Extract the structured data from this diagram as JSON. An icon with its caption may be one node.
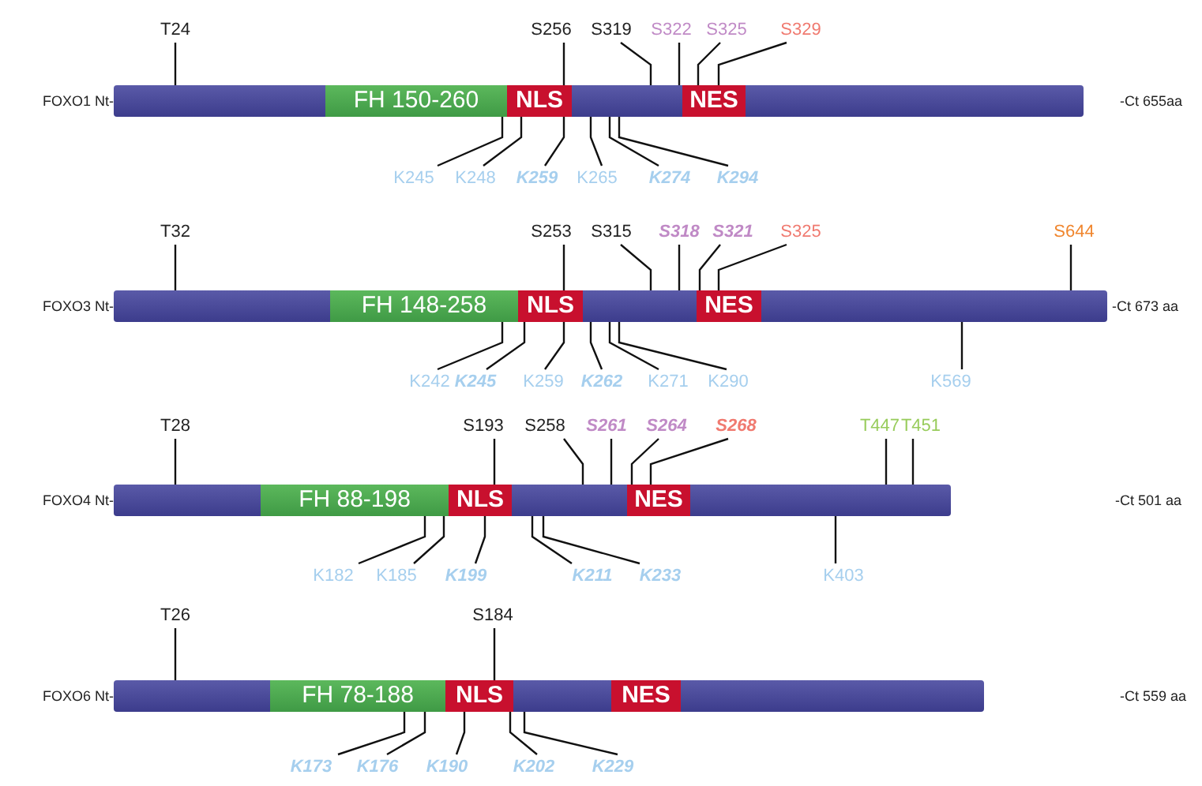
{
  "diagram": {
    "nodes": [
      {
        "text": [],
        "shape": "bar",
        "beside": [
          "FOXO1 Nt-"
        ]
      },
      {
        "text": [
          "FH 150-260"
        ],
        "in": 0
      },
      {
        "text": [
          "NLS"
        ],
        "in": 0
      },
      {
        "text": [
          "NES"
        ],
        "in": 0
      },
      {
        "text": [
          "T24"
        ]
      },
      {
        "text": [
          "S256"
        ]
      },
      {
        "text": [
          "S319"
        ]
      },
      {
        "text": [
          "S322"
        ]
      },
      {
        "text": [
          "S325"
        ]
      },
      {
        "text": [
          "S329"
        ]
      },
      {
        "text": [
          "K245"
        ]
      },
      {
        "text": [
          "K248"
        ]
      },
      {
        "text": [
          "K259"
        ]
      },
      {
        "text": [
          "K265"
        ]
      },
      {
        "text": [
          "K274"
        ]
      },
      {
        "text": [
          "K294"
        ]
      },
      {
        "text": [],
        "shape": "bar",
        "beside": [
          "FOXO3 Nt-"
        ]
      },
      {
        "text": [
          "FH 148-258"
        ],
        "in": 16
      },
      {
        "text": [
          "NLS"
        ],
        "in": 16
      },
      {
        "text": [
          "NES"
        ],
        "in": 16
      },
      {
        "text": [
          "T32"
        ]
      },
      {
        "text": [
          "S253"
        ]
      },
      {
        "text": [
          "S315"
        ]
      },
      {
        "text": [
          "S318"
        ]
      },
      {
        "text": [
          "S321"
        ]
      },
      {
        "text": [
          "S325"
        ]
      },
      {
        "text": [
          "S644"
        ]
      },
      {
        "text": [
          "K242"
        ]
      },
      {
        "text": [
          "K245"
        ]
      },
      {
        "text": [
          "K259"
        ]
      },
      {
        "text": [
          "K262"
        ]
      },
      {
        "text": [
          "K271"
        ]
      },
      {
        "text": [
          "K290"
        ]
      },
      {
        "text": [
          "K569"
        ]
      },
      {
        "text": [],
        "shape": "bar",
        "beside": [
          "FOXO4 Nt-"
        ]
      },
      {
        "text": [
          "FH 88-198"
        ],
        "in": 34
      },
      {
        "text": [
          "NLS"
        ],
        "in": 34
      },
      {
        "text": [
          "NES"
        ],
        "in": 34
      },
      {
        "text": [
          "T28"
        ]
      },
      {
        "text": [
          "S193"
        ]
      },
      {
        "text": [
          "S258"
        ]
      },
      {
        "text": [
          "S261"
        ]
      },
      {
        "text": [
          "S264"
        ]
      },
      {
        "text": [
          "S268"
        ]
      },
      {
        "text": [
          "T447"
        ]
      },
      {
        "text": [
          "T451"
        ]
      },
      {
        "text": [
          "K182"
        ]
      },
      {
        "text": [
          "K185"
        ]
      },
      {
        "text": [
          "K199"
        ]
      },
      {
        "text": [
          "K211"
        ]
      },
      {
        "text": [
          "K233"
        ]
      },
      {
        "text": [
          "K403"
        ]
      },
      {
        "text": [],
        "shape": "bar",
        "beside": [
          "FOXO6 Nt-"
        ]
      },
      {
        "text": [
          "FH 78-188"
        ],
        "in": 52
      },
      {
        "text": [
          "NLS"
        ],
        "in": 52
      },
      {
        "text": [
          "NES"
        ],
        "in": 52
      },
      {
        "text": [
          "T26"
        ]
      },
      {
        "text": [
          "S184"
        ]
      },
      {
        "text": [
          "K173"
        ]
      },
      {
        "text": [
          "K176"
        ]
      },
      {
        "text": [
          "K190"
        ]
      },
      {
        "text": [
          "K202"
        ]
      },
      {
        "text": [
          "K229"
        ]
      }
    ],
    "edges": [
      {
        "from": 4,
        "to": 0,
        "arrow": "none"
      },
      {
        "from": 5,
        "to": 2,
        "arrow": "none"
      },
      {
        "from": 6,
        "to": 0,
        "arrow": "none"
      },
      {
        "from": 7,
        "to": 0,
        "arrow": "none"
      },
      {
        "from": 8,
        "to": 3,
        "arrow": "none"
      },
      {
        "from": 9,
        "to": 3,
        "arrow": "none"
      },
      {
        "from": 10,
        "to": 1,
        "arrow": "none"
      },
      {
        "from": 11,
        "to": 2,
        "arrow": "none"
      },
      {
        "from": 12,
        "to": 2,
        "arrow": "none"
      },
      {
        "from": 13,
        "to": 0,
        "arrow": "none"
      },
      {
        "from": 14,
        "to": 0,
        "arrow": "none"
      },
      {
        "from": 15,
        "to": 0,
        "arrow": "none"
      },
      {
        "from": 20,
        "to": 16,
        "arrow": "none"
      },
      {
        "from": 21,
        "to": 18,
        "arrow": "none"
      },
      {
        "from": 22,
        "to": 16,
        "arrow": "none"
      },
      {
        "from": 23,
        "to": 16,
        "arrow": "none"
      },
      {
        "from": 24,
        "to": 19,
        "arrow": "none"
      },
      {
        "from": 25,
        "to": 19,
        "arrow": "none"
      },
      {
        "from": 26,
        "to": 16,
        "arrow": "none"
      },
      {
        "from": 27,
        "to": 17,
        "arrow": "none"
      },
      {
        "from": 28,
        "to": 18,
        "arrow": "none"
      },
      {
        "from": 29,
        "to": 18,
        "arrow": "none"
      },
      {
        "from": 30,
        "to": 16,
        "arrow": "none"
      },
      {
        "from": 31,
        "to": 16,
        "arrow": "none"
      },
      {
        "from": 32,
        "to": 16,
        "arrow": "none"
      },
      {
        "from": 33,
        "to": 16,
        "arrow": "none"
      },
      {
        "from": 38,
        "to": 34,
        "arrow": "none"
      },
      {
        "from": 39,
        "to": 36,
        "arrow": "none"
      },
      {
        "from": 40,
        "to": 34,
        "arrow": "none"
      },
      {
        "from": 41,
        "to": 34,
        "arrow": "none"
      },
      {
        "from": 42,
        "to": 37,
        "arrow": "none"
      },
      {
        "from": 43,
        "to": 37,
        "arrow": "none"
      },
      {
        "from": 44,
        "to": 34,
        "arrow": "none"
      },
      {
        "from": 45,
        "to": 34,
        "arrow": "none"
      },
      {
        "from": 46,
        "to": 35,
        "arrow": "none"
      },
      {
        "from": 47,
        "to": 35,
        "arrow": "none"
      },
      {
        "from": 48,
        "to": 36,
        "arrow": "none"
      },
      {
        "from": 49,
        "to": 34,
        "arrow": "none"
      },
      {
        "from": 50,
        "to": 34,
        "arrow": "none"
      },
      {
        "from": 51,
        "to": 34,
        "arrow": "none"
      },
      {
        "from": 56,
        "to": 52,
        "arrow": "none"
      },
      {
        "from": 57,
        "to": 54,
        "arrow": "none"
      },
      {
        "from": 58,
        "to": 53,
        "arrow": "none"
      },
      {
        "from": 59,
        "to": 53,
        "arrow": "none"
      },
      {
        "from": 60,
        "to": 54,
        "arrow": "none"
      },
      {
        "from": 61,
        "to": 54,
        "arrow": "none"
      },
      {
        "from": 62,
        "to": 52,
        "arrow": "none"
      }
    ],
    "labels": [
      "-Ct 655aa",
      "-Ct 673 aa",
      "-Ct 501 aa",
      "-Ct 559 aa"
    ]
  }
}
